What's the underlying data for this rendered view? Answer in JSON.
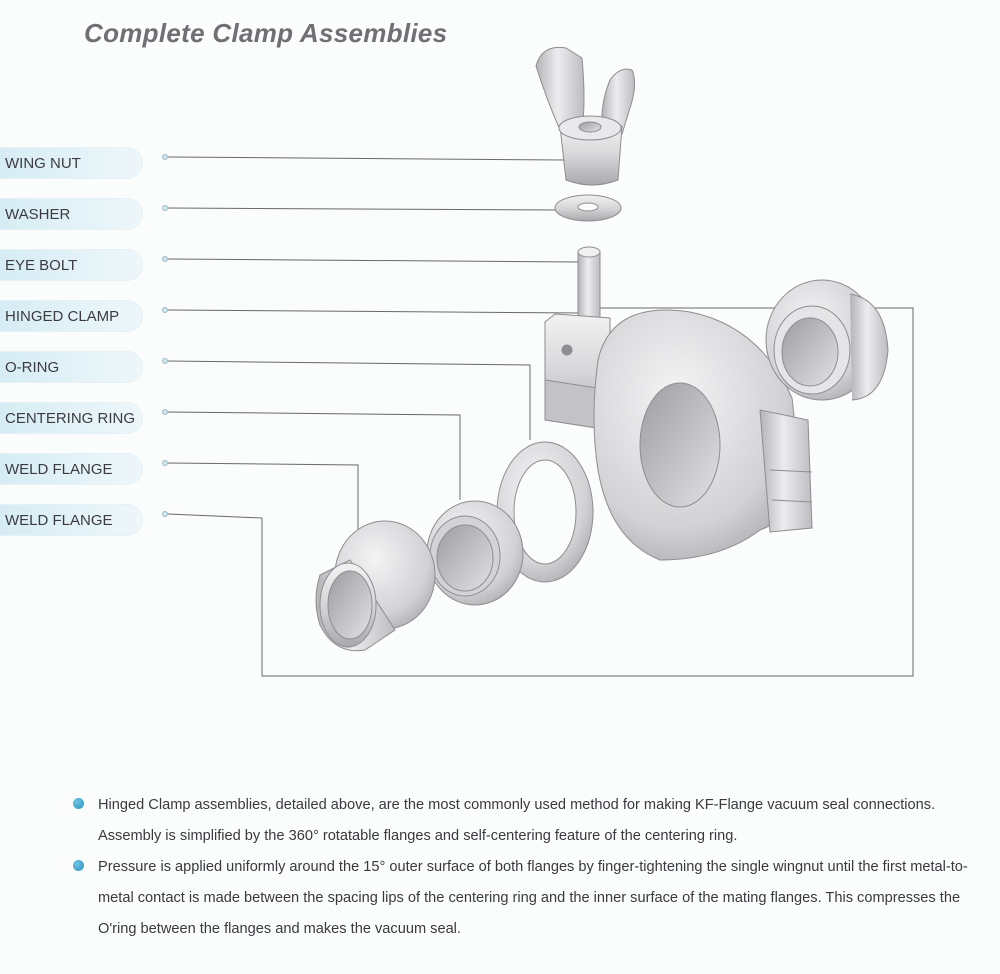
{
  "title": "Complete Clamp Assemblies",
  "labels": [
    {
      "id": "wing-nut",
      "text": "WING NUT"
    },
    {
      "id": "washer",
      "text": "WASHER"
    },
    {
      "id": "eye-bolt",
      "text": "EYE BOLT"
    },
    {
      "id": "hinged-clamp",
      "text": "HINGED CLAMP"
    },
    {
      "id": "o-ring",
      "text": "O-RING"
    },
    {
      "id": "centering-ring",
      "text": "CENTERING RING"
    },
    {
      "id": "weld-flange-1",
      "text": "WELD FLANGE"
    },
    {
      "id": "weld-flange-2",
      "text": "WELD FLANGE"
    }
  ],
  "notes": [
    "Hinged Clamp assemblies, detailed above, are the most commonly used method for making KF-Flange vacuum seal connections. Assembly is simplified by the 360° rotatable flanges and self-centering feature of the centering ring.",
    "Pressure is applied uniformly around the 15° outer surface of both flanges by finger-tightening the single wingnut until the first metal-to-metal contact is made between the spacing lips of the centering ring and the inner surface of the mating flanges. This compresses the O'ring between the flanges and makes the vacuum seal."
  ],
  "colors": {
    "tab": "#d6ecf4",
    "bullet": "#3a9fd0",
    "metal": "#d8d8da",
    "line": "#6a6a6e"
  }
}
